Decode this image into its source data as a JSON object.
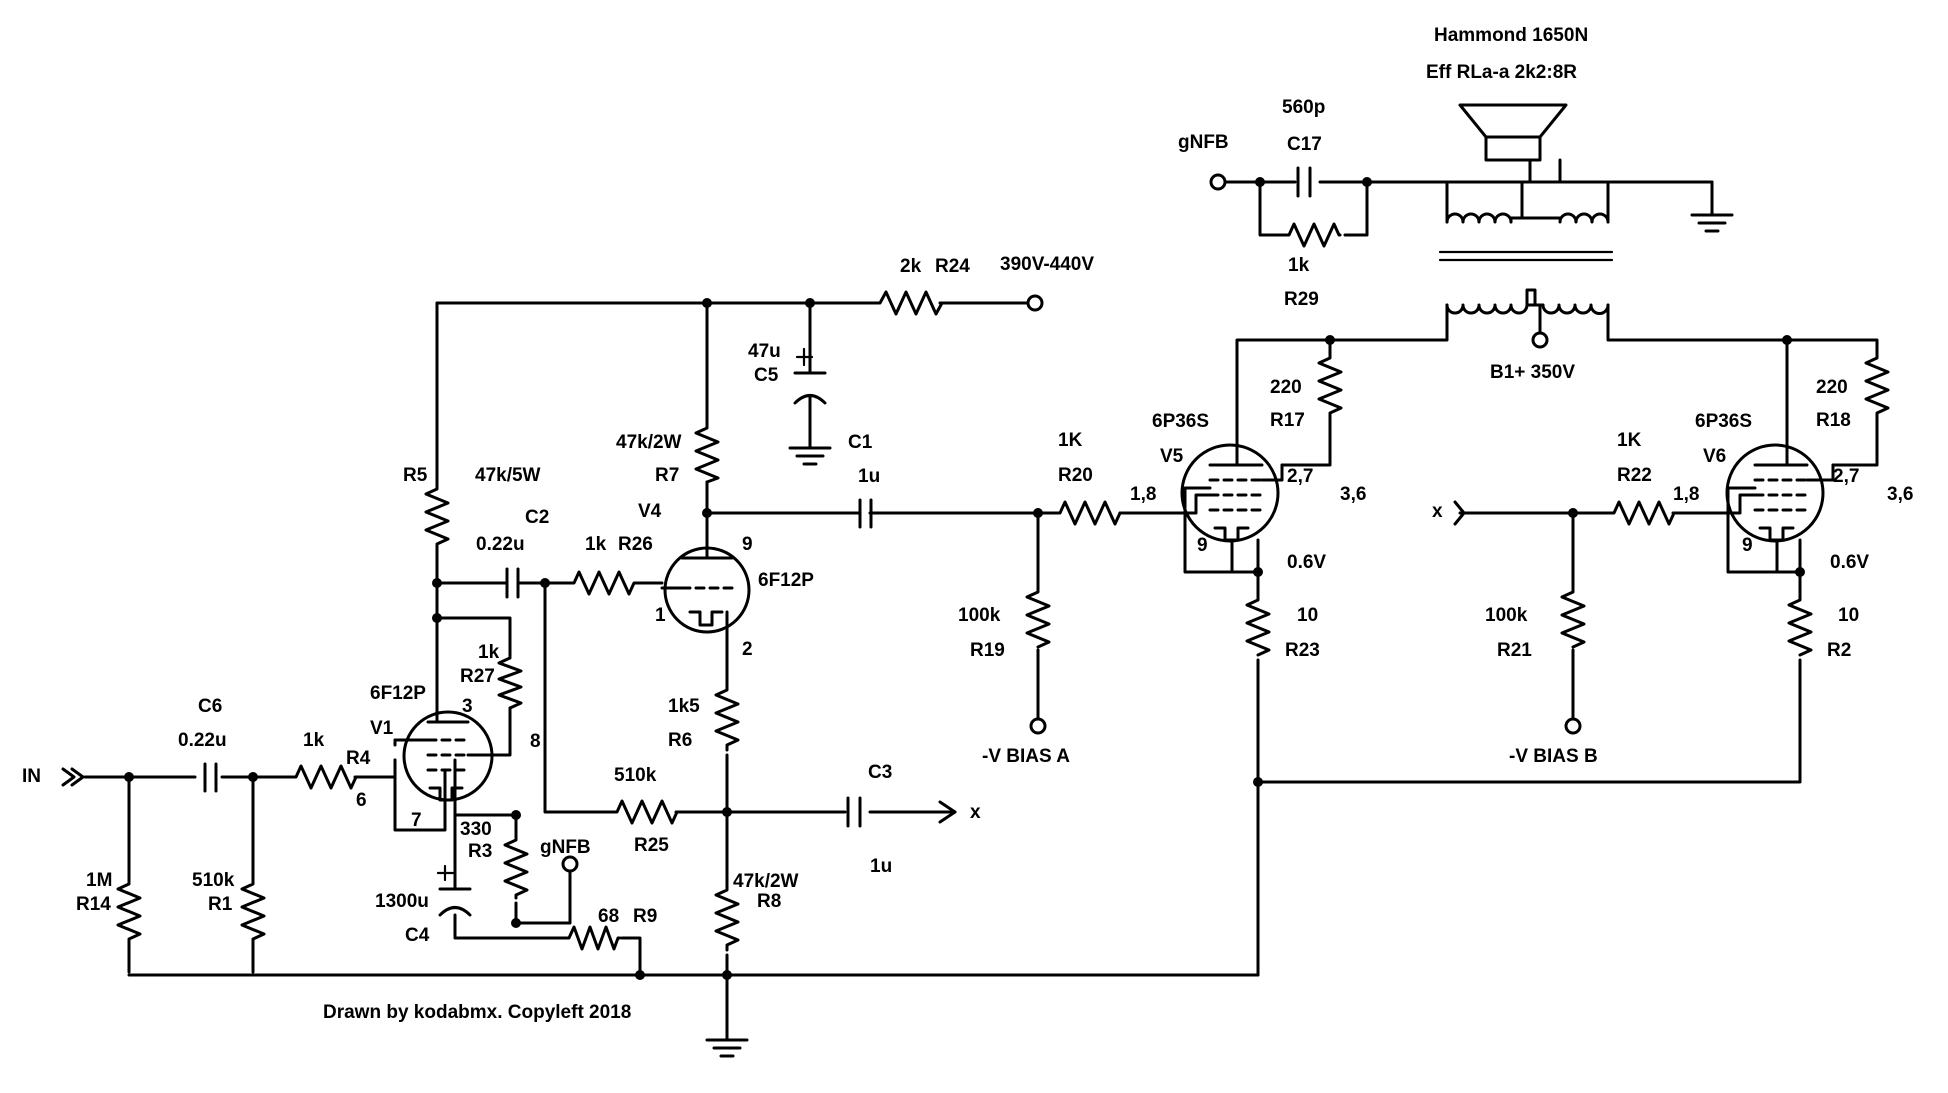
{
  "labels": {
    "transformer_model": "Hammond 1650N",
    "transformer_ratio": "Eff RLa-a 2k2:8R",
    "c17_value": "560p",
    "c17_name": "C17",
    "gnfb_out": "gNFB",
    "r29_value": "1k",
    "r29_name": "R29",
    "r24_value": "2k",
    "r24_name": "R24",
    "supply_in": "390V-440V",
    "c5_value": "47u",
    "c5_name": "C5",
    "b1_supply": "B1+ 350V",
    "r17_value": "220",
    "r17_name": "R17",
    "r18_value": "220",
    "r18_name": "R18",
    "v5_type": "6P36S",
    "v5_name": "V5",
    "v6_type": "6P36S",
    "v6_name": "V6",
    "c1_name": "C1",
    "c1_value": "1u",
    "r7_value": "47k/2W",
    "r7_name": "R7",
    "v4_name": "V4",
    "v4_type": "6F12P",
    "r20_value": "1K",
    "r20_name": "R20",
    "r22_value": "1K",
    "r22_name": "R22",
    "v5_g_pins": "1,8",
    "v5_a_pins": "2,7",
    "v5_s_pins": "3,6",
    "v5_k_pin": "9",
    "v5_bias_v": "0.6V",
    "v6_g_pins": "1,8",
    "v6_a_pins": "2,7",
    "v6_s_pins": "3,6",
    "v6_k_pin": "9",
    "v6_bias_v": "0.6V",
    "v6_input": "x",
    "r5_name": "R5",
    "r5_value": "47k/5W",
    "c2_name": "C2",
    "c2_value": "0.22u",
    "r26_value": "1k",
    "r26_name": "R26",
    "v4_pin_a": "9",
    "v4_pin_g": "1",
    "v4_pin_k": "2",
    "r19_value": "100k",
    "r19_name": "R19",
    "r21_value": "100k",
    "r21_name": "R21",
    "r23_value": "10",
    "r23_name": "R23",
    "r2_value": "10",
    "r2_name": "R2",
    "bias_a": "-V BIAS A",
    "bias_b": "-V BIAS B",
    "r27_value": "1k",
    "r27_name": "R27",
    "v1_type": "6F12P",
    "v1_name": "V1",
    "v1_pin_a": "3",
    "v1_pin_g2": "8",
    "v1_pin_g": "6",
    "v1_pin_k": "7",
    "r6_value": "1k5",
    "r6_name": "R6",
    "c6_name": "C6",
    "c6_value": "0.22u",
    "r4_value": "1k",
    "r4_name": "R4",
    "input": "IN",
    "r25_value": "510k",
    "r25_name": "R25",
    "c3_name": "C3",
    "c3_value": "1u",
    "c3_out": "x",
    "r3_value": "330",
    "r3_name": "R3",
    "gnfb_in": "gNFB",
    "c4_value": "1300u",
    "c4_name": "C4",
    "r9_value": "68",
    "r9_name": "R9",
    "r8_value": "47k/2W",
    "r8_name": "R8",
    "r14_value": "1M",
    "r14_name": "R14",
    "r1_value": "510k",
    "r1_name": "R1",
    "credit": "Drawn by kodabmx. Copyleft 2018"
  }
}
